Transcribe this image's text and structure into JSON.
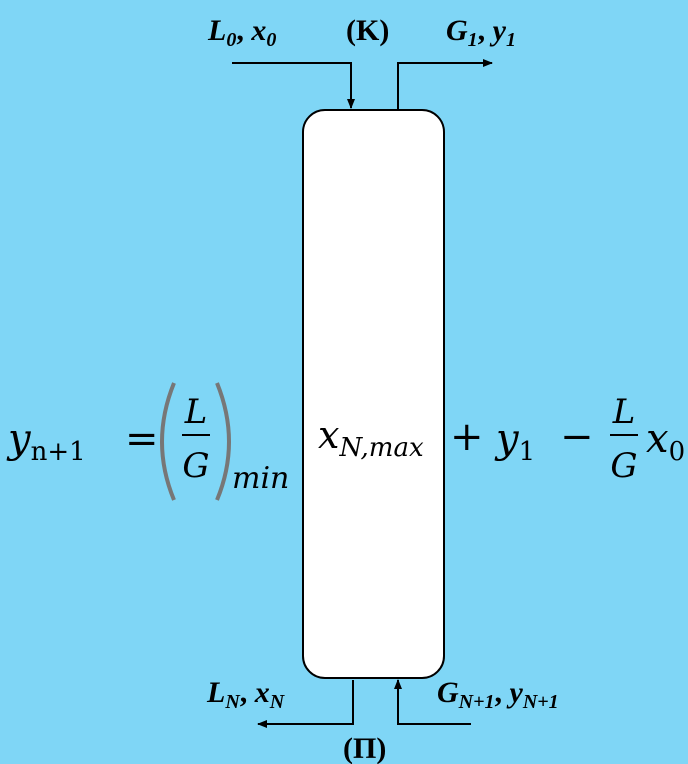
{
  "colors": {
    "background": "#7fd6f6",
    "column_fill": "#ffffff",
    "stroke": "#000000"
  },
  "top": {
    "stream_in": {
      "L": "L",
      "L_sub": "0",
      "sep": ", ",
      "x": "x",
      "x_sub": "0"
    },
    "marker": "(K)",
    "stream_out": {
      "G": "G",
      "G_sub": "1",
      "sep": ", ",
      "y": "y",
      "y_sub": "1"
    }
  },
  "bottom": {
    "stream_out": {
      "L": "L",
      "L_sub": "N",
      "sep": ", ",
      "x": "x",
      "x_sub": "N"
    },
    "marker": "(Π)",
    "stream_in": {
      "G": "G",
      "G_sub": "N+1",
      "sep": ", ",
      "y": "y",
      "y_sub": "N+1"
    }
  },
  "equation": {
    "lhs_var": "y",
    "lhs_sub": "n+1",
    "equals": "=",
    "frac_num": "L",
    "frac_den": "G",
    "paren_sub": "min",
    "column_var": "x",
    "column_sub": "N,max",
    "plus": "+",
    "y1_var": "y",
    "y1_sub": "1",
    "minus": "−",
    "frac2_num": "L",
    "frac2_den": "G",
    "x0_var": "x",
    "x0_sub": "0"
  }
}
